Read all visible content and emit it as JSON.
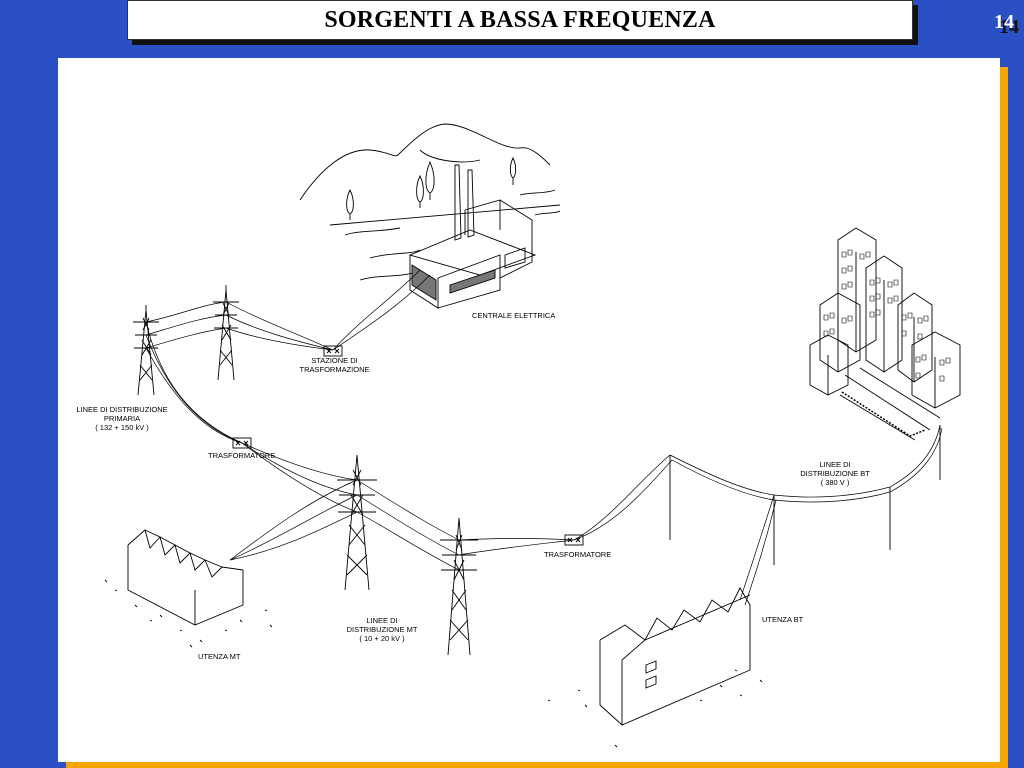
{
  "slide": {
    "title": "SORGENTI A BASSA FREQUENZA",
    "page_number": "14"
  },
  "labels": {
    "centrale": "CENTRALE ELETTRICA",
    "stazione_1": "STAZIONE DI",
    "stazione_2": "TRASFORMAZIONE",
    "primaria_1": "LINEE DI DISTRIBUZIONE",
    "primaria_2": "PRIMARIA",
    "primaria_3": "( 132 + 150 kV )",
    "trasf_1": "TRASFORMATORE",
    "trasf_2": "TRASFORMATORE",
    "bt_1": "LINEE DI",
    "bt_2": "DISTRIBUZIONE BT",
    "bt_3": "( 380 V )",
    "mt_1": "LINEE DI",
    "mt_2": "DISTRIBUZIONE MT",
    "mt_3": "( 10 + 20 kV )",
    "utenza_mt": "UTENZA MT",
    "utenza_bt": "UTENZA BT"
  },
  "colors": {
    "background": "#2b4fc4",
    "accent_shadow": "#f5a400",
    "panel": "#ffffff",
    "title_text": "#000000",
    "page_number": "#ffffff"
  }
}
